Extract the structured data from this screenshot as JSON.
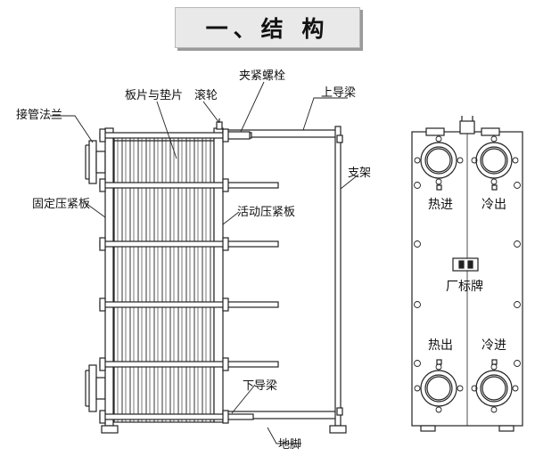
{
  "title": "一、结 构",
  "side_view": {
    "labels": {
      "flange": "接管法兰",
      "plates": "板片与垫片",
      "roller": "滚轮",
      "bolts": "夹紧螺栓",
      "upper_beam": "上导梁",
      "support": "支架",
      "fixed_plate": "固定压紧板",
      "movable_plate": "活动压紧板",
      "lower_beam": "下导梁",
      "foot": "地脚"
    }
  },
  "front_view": {
    "labels": {
      "hot_in": "热进",
      "cold_out": "冷出",
      "nameplate": "厂标牌",
      "hot_out": "热出",
      "cold_in": "冷进"
    }
  }
}
